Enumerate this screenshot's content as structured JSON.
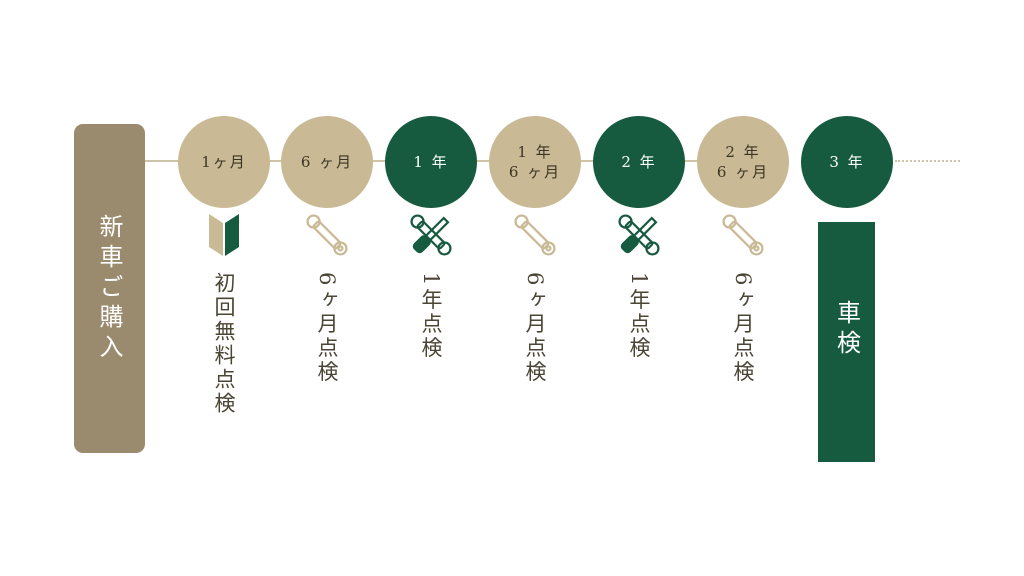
{
  "start": {
    "label": "新車ご購入"
  },
  "milestones": [
    {
      "label": "1ヶ月",
      "variant": "tan",
      "icon": "beginner-mark-icon",
      "detail": "初回無料点検"
    },
    {
      "label": "6 ヶ月",
      "variant": "tan",
      "icon": "wrench-icon",
      "detail": "6ヶ月点検"
    },
    {
      "label": "1 年",
      "variant": "green",
      "icon": "wrench-screwdriver-icon",
      "detail": "1年点検"
    },
    {
      "label": "1 年\n6 ヶ月",
      "variant": "tan",
      "icon": "wrench-icon",
      "detail": "6ヶ月点検"
    },
    {
      "label": "2 年",
      "variant": "green",
      "icon": "wrench-screwdriver-icon",
      "detail": "1年点検"
    },
    {
      "label": "2 年\n6 ヶ月",
      "variant": "tan",
      "icon": "wrench-icon",
      "detail": "6ヶ月点検"
    },
    {
      "label": "3 年",
      "variant": "green"
    }
  ],
  "end": {
    "label": "車検"
  },
  "colors": {
    "tan": "#c9b994",
    "green": "#165a3f",
    "start_box": "#9a8b6e",
    "line": "#cfc3a7"
  }
}
